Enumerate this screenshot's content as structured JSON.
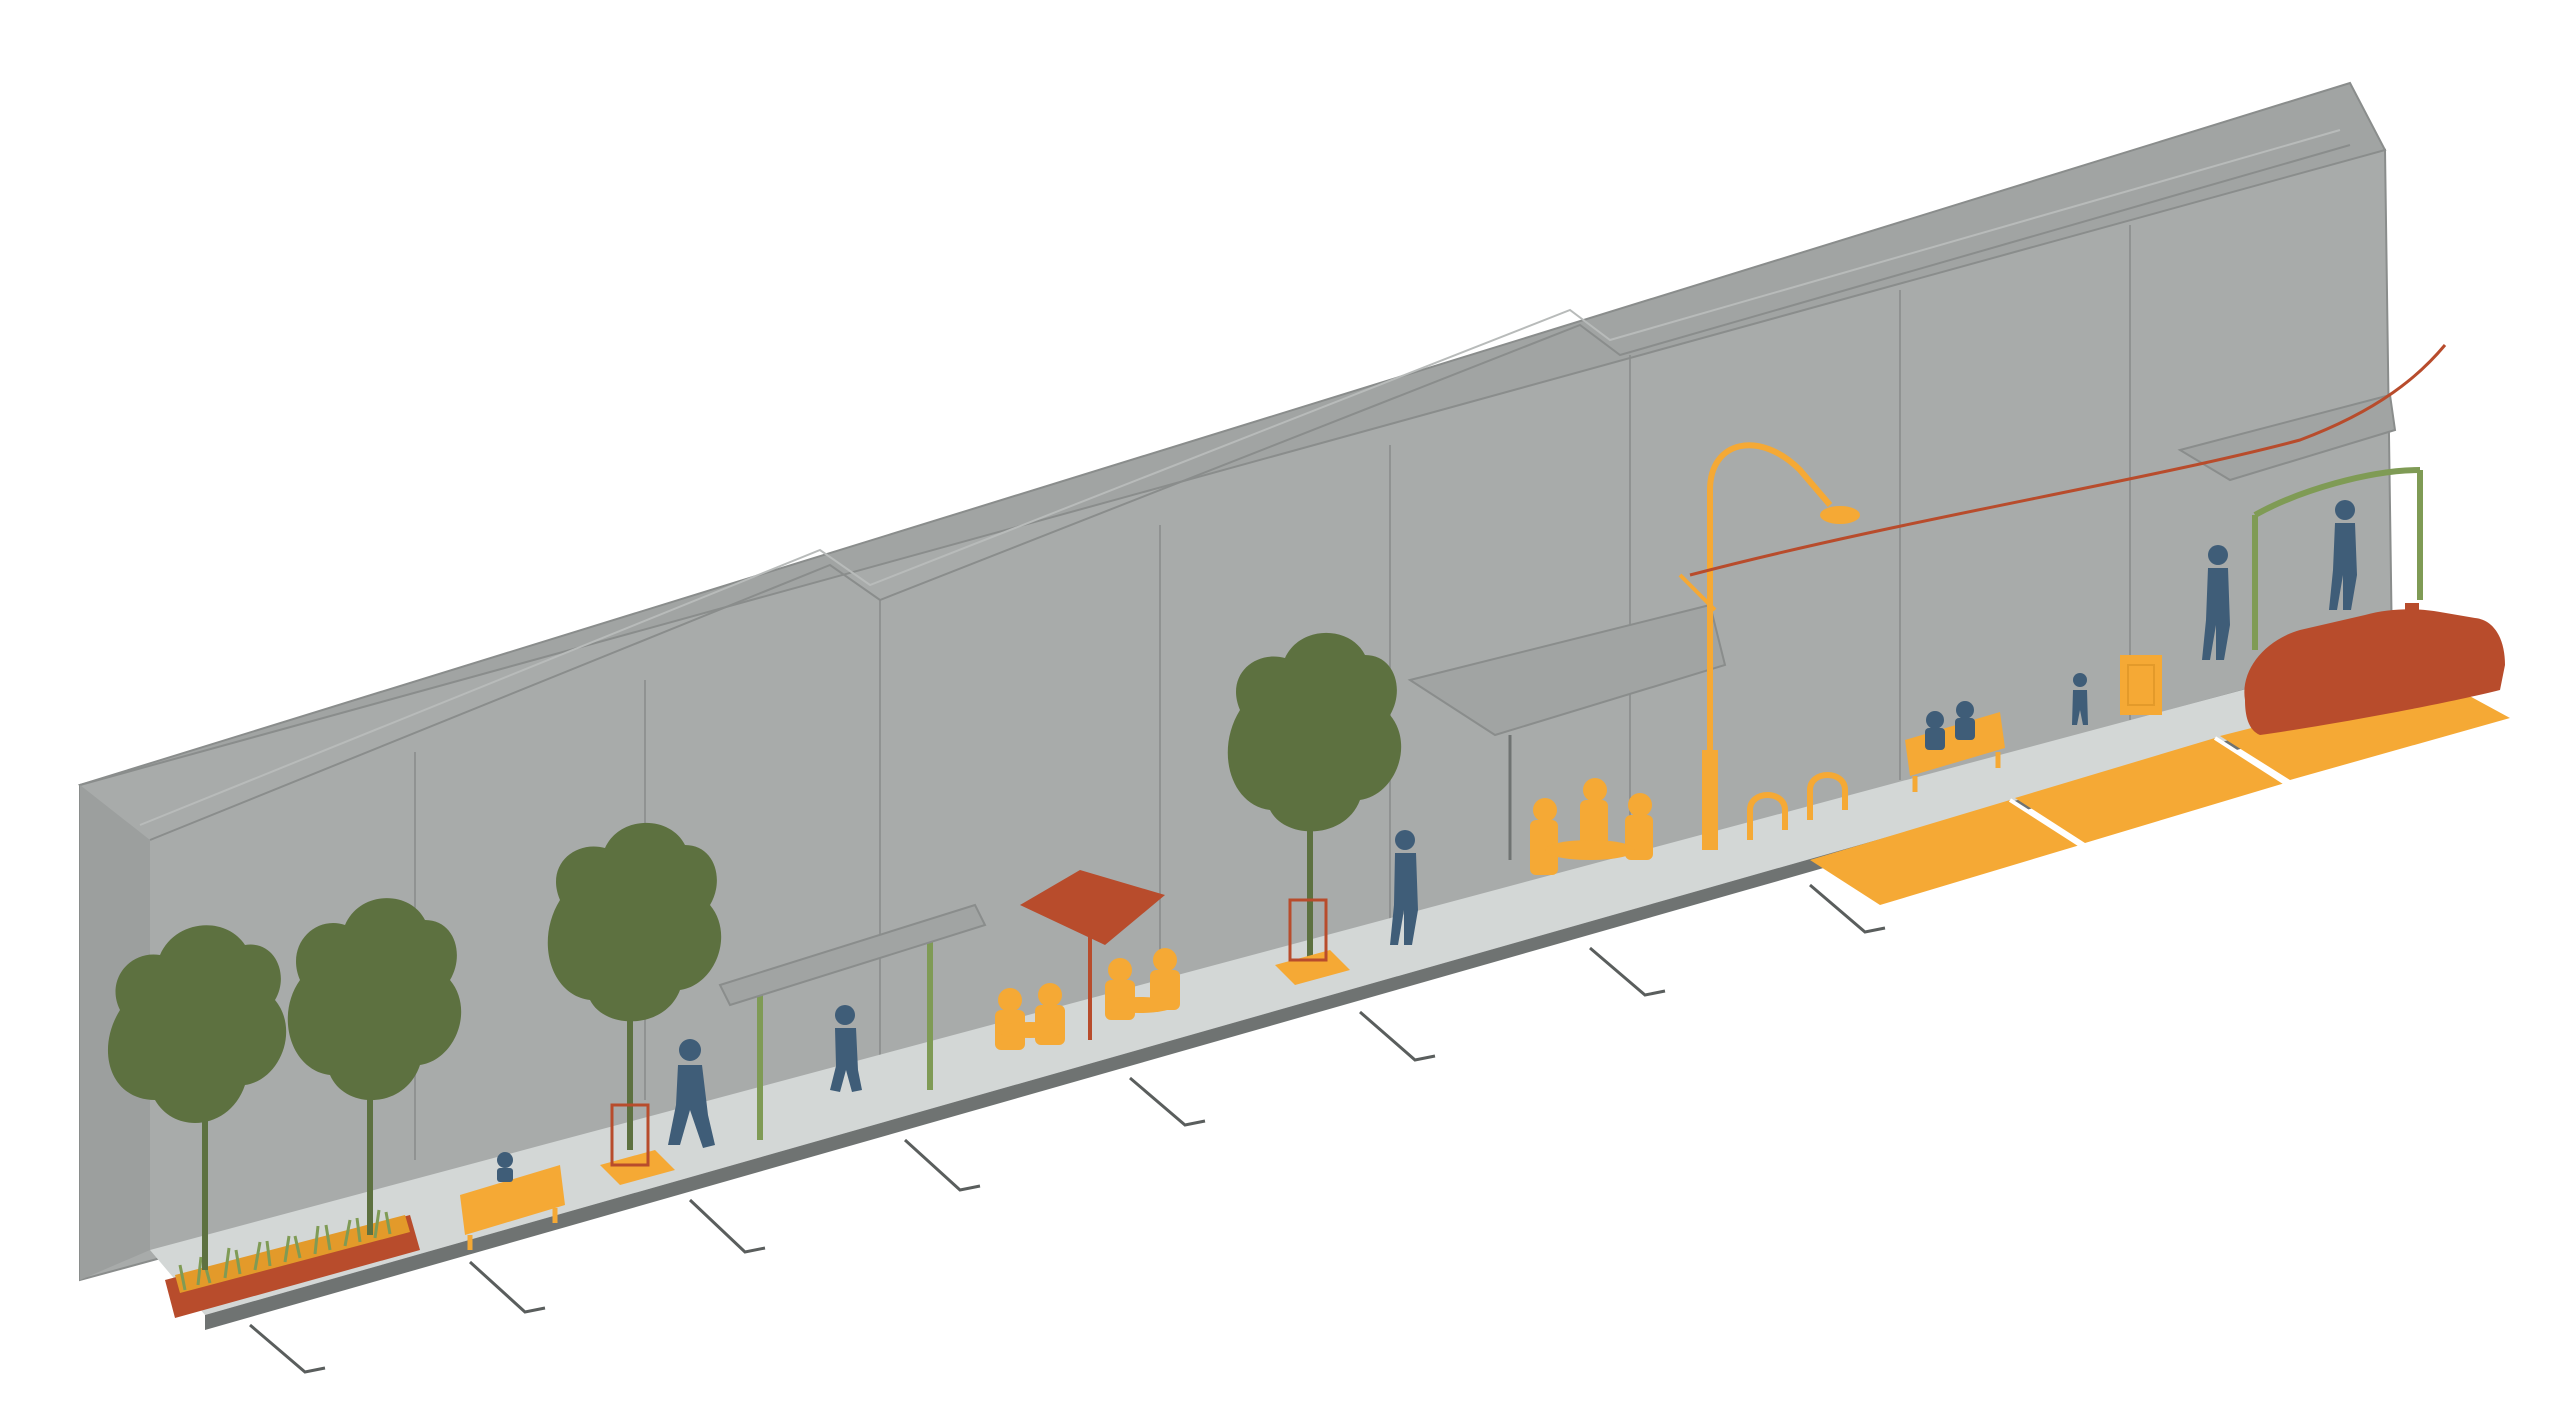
{
  "colors": {
    "background": "#ffffff",
    "building": "#a8abaa",
    "building_line": "#8a8d8c",
    "sidewalk": "#d3d7d6",
    "curb": "#6f7372",
    "tree": "#5d7140",
    "accent": "#f5a935",
    "accent_dark": "#e39a2a",
    "red": "#b84c2c",
    "figure": "#3f5d78",
    "vine": "#7f9b55",
    "parking_line": "#5a5e5d"
  },
  "scene": {
    "elements": [
      "building-facade",
      "sidewalk",
      "planter-bed",
      "street-trees",
      "benches",
      "tree-guards",
      "vine-arbors",
      "cafe-umbrella",
      "cafe-tables",
      "awning",
      "street-light",
      "overhead-wire",
      "bike-racks",
      "trash-bin",
      "parklet",
      "parked-car",
      "pedestrians",
      "parking-stall-lines"
    ]
  }
}
